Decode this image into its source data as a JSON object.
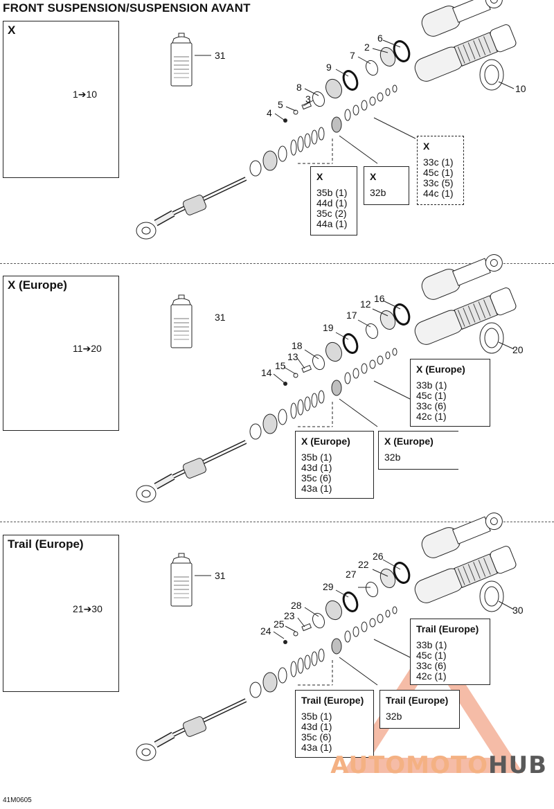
{
  "page_title": "FRONT SUSPENSION/SUSPENSION AVANT",
  "sections": [
    {
      "model": "X",
      "range": "1➔10",
      "bottle": "31",
      "callouts": [
        "2",
        "3",
        "4",
        "5",
        "6",
        "7",
        "8",
        "9",
        "10"
      ],
      "kits": [
        {
          "title": "X",
          "lines": [
            "35b (1)",
            "44d (1)",
            "35c (2)",
            "44a (1)"
          ]
        },
        {
          "title": "X",
          "lines": [
            "32b"
          ]
        },
        {
          "title": "X",
          "lines": [
            "33c (1)",
            "45c (1)",
            "33c (5)",
            "44c (1)"
          ]
        }
      ]
    },
    {
      "model": "X (Europe)",
      "range": "11➔20",
      "bottle": "31",
      "callouts": [
        "12",
        "13",
        "14",
        "15",
        "16",
        "17",
        "18",
        "19",
        "20"
      ],
      "kits": [
        {
          "title": "X (Europe)",
          "lines": [
            "33b (1)",
            "45c (1)",
            "33c (6)",
            "42c (1)"
          ]
        },
        {
          "title": "X (Europe)",
          "lines": [
            "35b (1)",
            "43d (1)",
            "35c (6)",
            "43a (1)"
          ]
        },
        {
          "title": "X (Europe)",
          "lines": [
            "32b"
          ]
        }
      ]
    },
    {
      "model": "Trail (Europe)",
      "range": "21➔30",
      "bottle": "31",
      "callouts": [
        "22",
        "23",
        "24",
        "25",
        "26",
        "27",
        "28",
        "29",
        "30"
      ],
      "kits": [
        {
          "title": "Trail (Europe)",
          "lines": [
            "33b (1)",
            "45c (1)",
            "33c (6)",
            "42c (1)"
          ]
        },
        {
          "title": "Trail (Europe)",
          "lines": [
            "35b (1)",
            "43d (1)",
            "35c (6)",
            "43a (1)"
          ]
        },
        {
          "title": "Trail (Europe)",
          "lines": [
            "32b"
          ]
        }
      ]
    }
  ],
  "drawing_code": "41M0605",
  "watermark": {
    "part1": "AUTOMOTO",
    "part2": "HUB"
  }
}
